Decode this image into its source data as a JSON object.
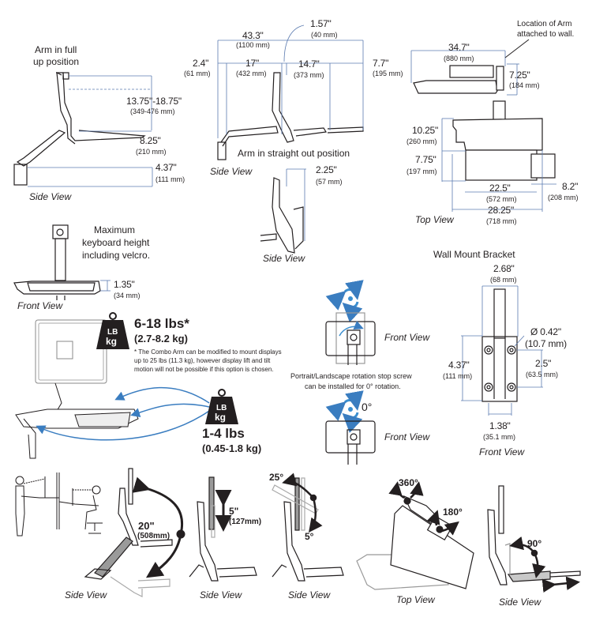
{
  "colors": {
    "dimension_line": "#5b7bb0",
    "arrow_blue": "#3a7dc0",
    "rotation_icon": "#3b8fd0",
    "line_art": "#231f20",
    "highlight_gray": "#9a9a9a"
  },
  "panels": {
    "arm_full_up": {
      "title": "Arm in full up position",
      "title_line1": "Arm in full",
      "title_line2": "up position",
      "dim_range": "13.75\"-18.75\"",
      "dim_range_mm": "(349-476 mm)",
      "dim_mid": "8.25\"",
      "dim_mid_mm": "(210 mm)",
      "dim_base": "4.37\"",
      "dim_base_mm": "(111 mm)",
      "caption": "Side View"
    },
    "arm_straight_out": {
      "title": "Arm in straight out position",
      "total": "43.3\"",
      "total_mm": "(1100 mm)",
      "offset": "1.57\"",
      "offset_mm": "(40 mm)",
      "seg1": "2.4\"",
      "seg1_mm": "(61 mm)",
      "seg2": "17\"",
      "seg2_mm": "(432 mm)",
      "seg3": "14.7\"",
      "seg3_mm": "(373 mm)",
      "seg4": "7.7\"",
      "seg4_mm": "(195 mm)",
      "caption": "Side View"
    },
    "side_small": {
      "dim": "2.25\"",
      "dim_mm": "(57 mm)",
      "caption": "Side View"
    },
    "top_view_main": {
      "note_line1": "Location of Arm",
      "note_line2": "attached to wall.",
      "width": "34.7\"",
      "width_mm": "(880 mm)",
      "arm_depth": "7.25\"",
      "arm_depth_mm": "(184 mm)",
      "depth1": "10.25\"",
      "depth1_mm": "(260 mm)",
      "depth2": "7.75\"",
      "depth2_mm": "(197 mm)",
      "tray": "22.5\"",
      "tray_mm": "(572 mm)",
      "mouse": "8.2\"",
      "mouse_mm": "(208 mm)",
      "total": "28.25\"",
      "total_mm": "(718 mm)",
      "caption": "Top View"
    },
    "front_keyboard": {
      "note_line1": "Maximum",
      "note_line2": "keyboard height",
      "note_line3": "including velcro.",
      "dim": "1.35\"",
      "dim_mm": "(34 mm)",
      "caption": "Front View"
    },
    "weights": {
      "badge_top": "LB",
      "badge_bottom": "kg",
      "display_range": "6-18 lbs*",
      "display_range_kg": "(2.7-8.2 kg)",
      "footnote_line1": "* The  Combo Arm can be modified to mount displays",
      "footnote_line2": "up to 25 lbs (11.3 kg), however display lift and tilt",
      "footnote_line3": "motion will not be possible if this option is chosen.",
      "keyboard_range": "1-4 lbs",
      "keyboard_range_kg": "(0.45-1.8 kg)"
    },
    "rotation": {
      "caption1": "Front View",
      "note_line1": "Portrait/Landscape rotation stop screw",
      "note_line2": "can be installed for 0° rotation.",
      "zero_label": "0°",
      "caption2": "Front View"
    },
    "wall_bracket": {
      "title": "Wall Mount Bracket",
      "width": "2.68\"",
      "width_mm": "(68 mm)",
      "hole": "Ø 0.42\"",
      "hole_mm": "(10.7 mm)",
      "height": "4.37\"",
      "height_mm": "(111 mm)",
      "hole_spacing_v": "2.5\"",
      "hole_spacing_v_mm": "(63.5 mm)",
      "hole_spacing_h": "1.38\"",
      "hole_spacing_h_mm": "(35.1 mm)",
      "caption": "Front View"
    },
    "bottom_row": {
      "lift_dim": "20\"",
      "lift_dim_mm": "(508mm)",
      "lift_caption": "Side View",
      "height_dim": "5\"",
      "height_dim_mm": "(127mm)",
      "height_caption": "Side View",
      "tilt_up": "25°",
      "tilt_down": "5°",
      "tilt_caption": "Side View",
      "swivel": "360°",
      "pan": "180°",
      "swivel_caption": "Top View",
      "kb_tilt": "90°",
      "kb_caption": "Side View"
    }
  }
}
